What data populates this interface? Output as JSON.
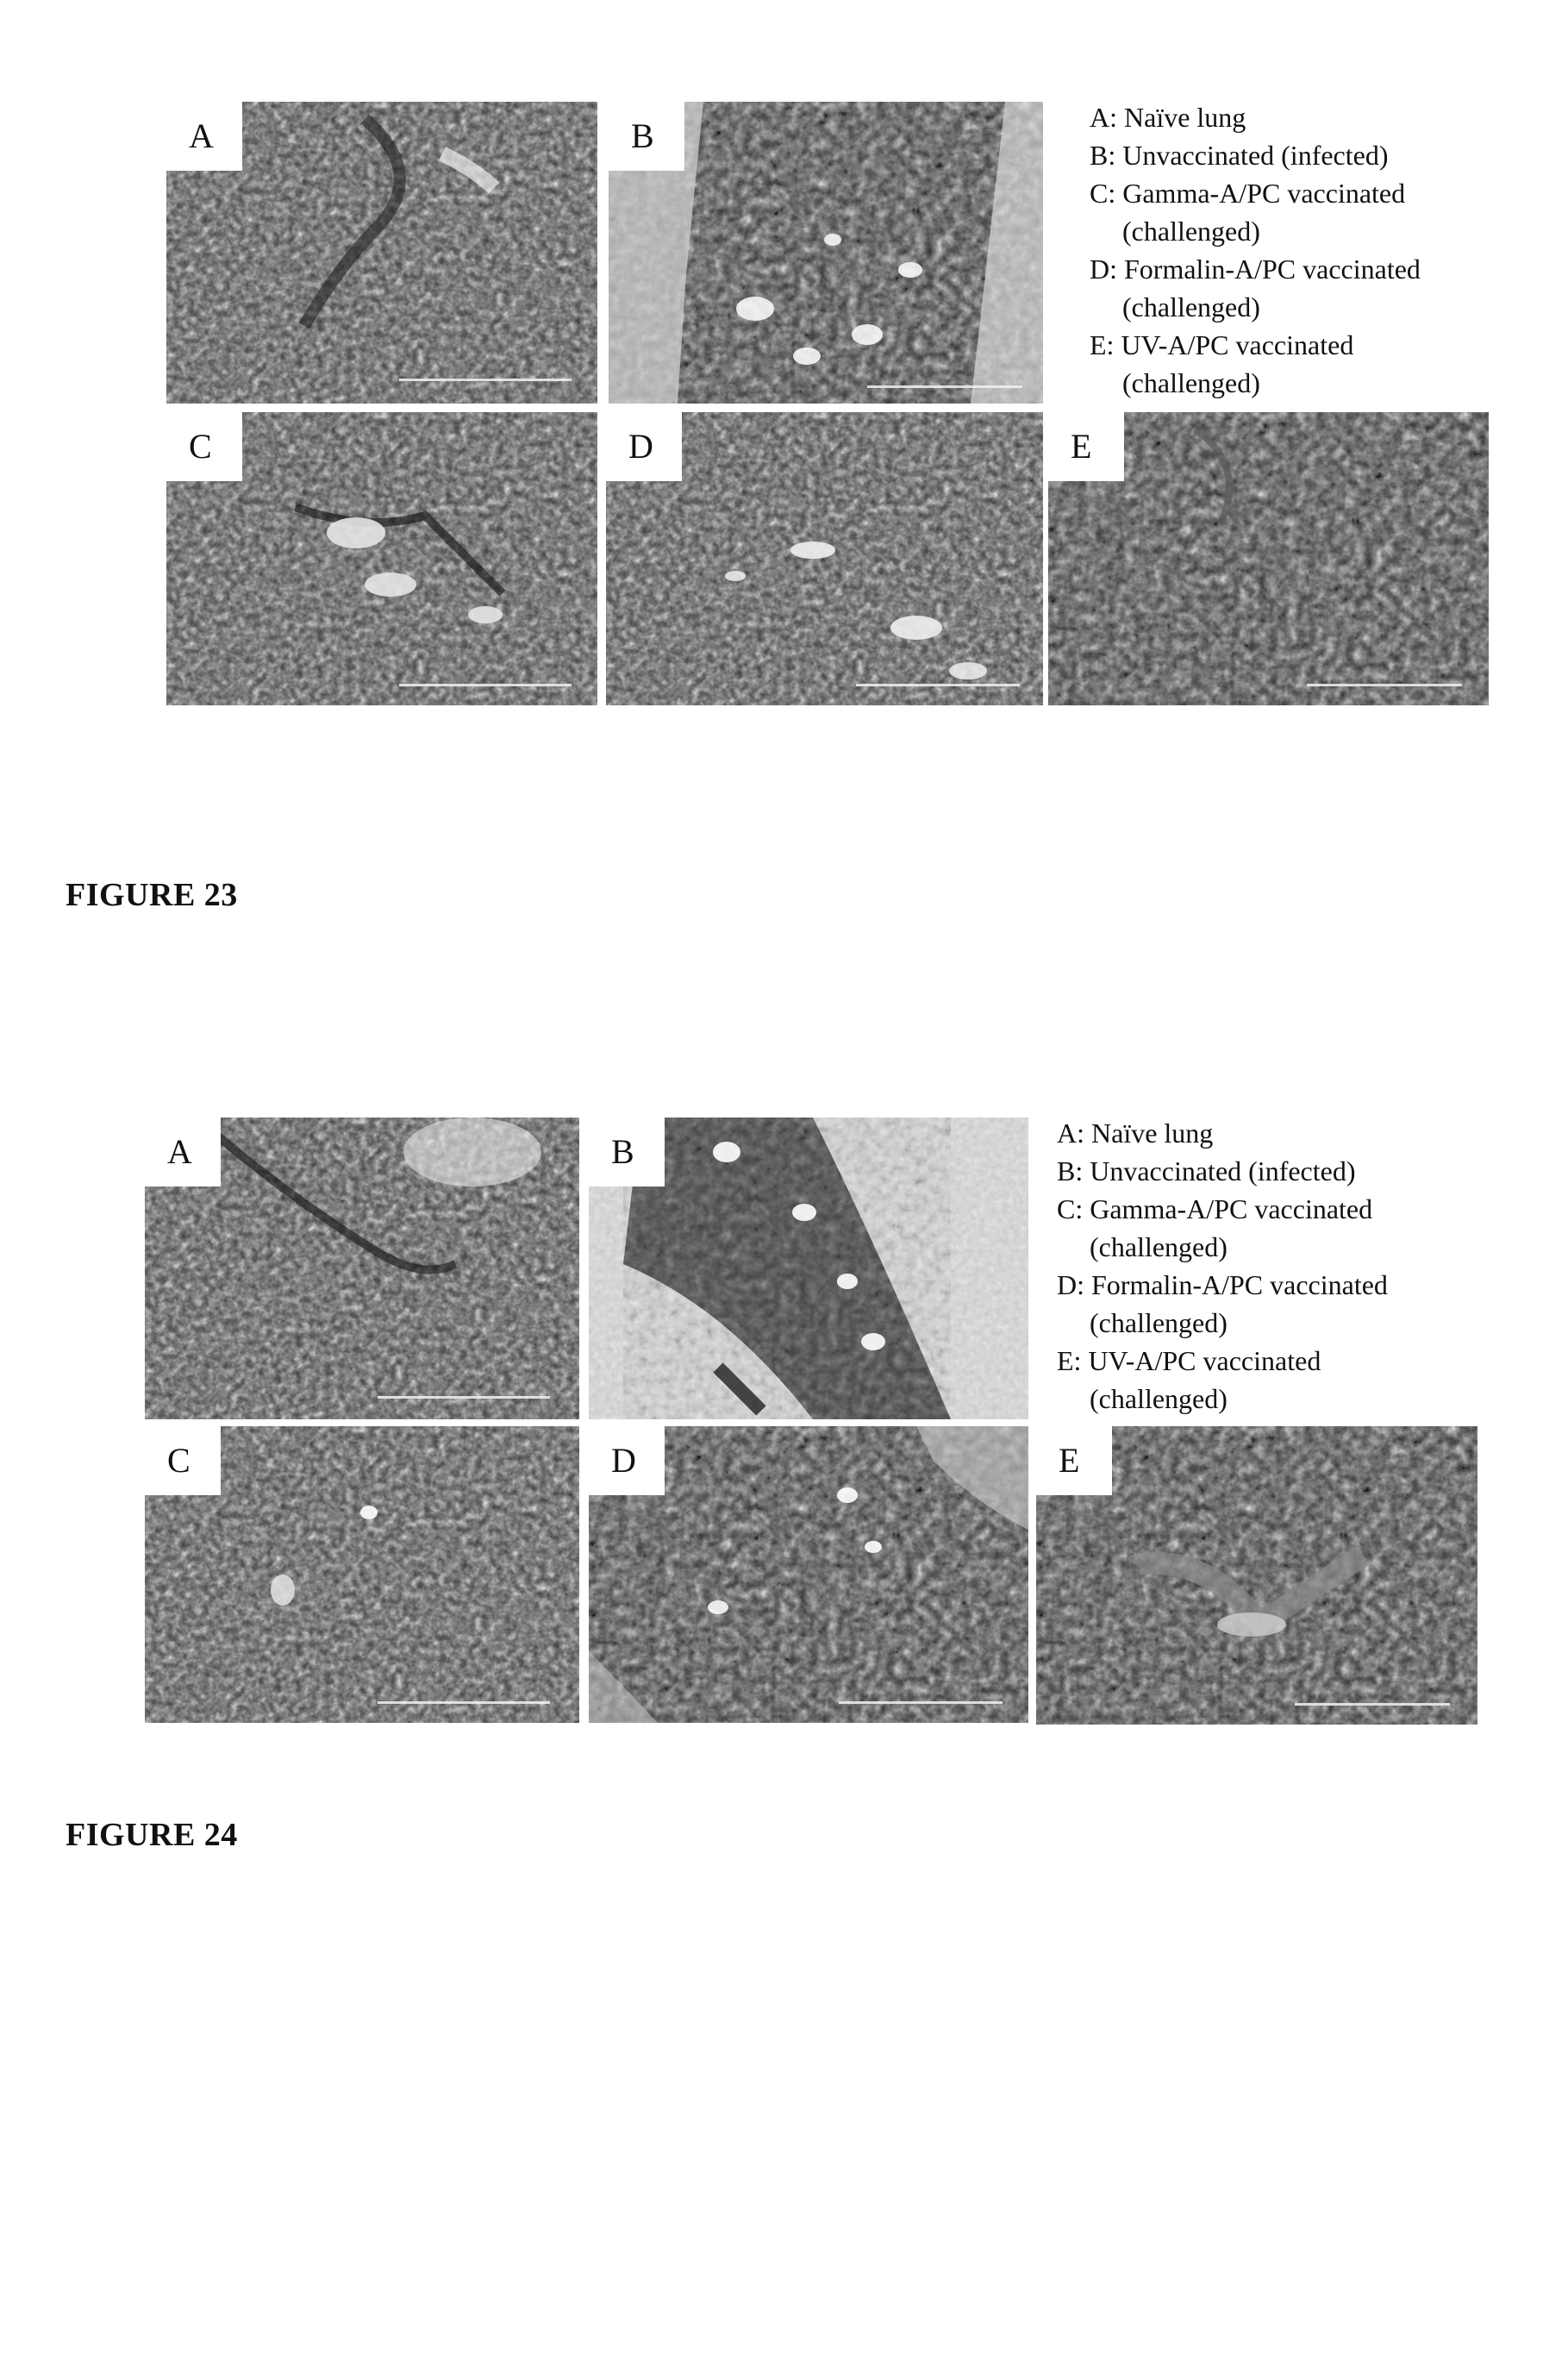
{
  "figures": [
    {
      "caption": "FIGURE 23",
      "panels": [
        {
          "label": "A"
        },
        {
          "label": "B"
        },
        {
          "label": "C"
        },
        {
          "label": "D"
        },
        {
          "label": "E"
        }
      ],
      "legend": [
        "A: Naïve lung",
        "B: Unvaccinated (infected)",
        "C: Gamma-A/PC vaccinated",
        "(challenged)",
        "D: Formalin-A/PC vaccinated",
        "(challenged)",
        "E: UV-A/PC vaccinated",
        "(challenged)"
      ]
    },
    {
      "caption": "FIGURE 24",
      "panels": [
        {
          "label": "A"
        },
        {
          "label": "B"
        },
        {
          "label": "C"
        },
        {
          "label": "D"
        },
        {
          "label": "E"
        }
      ],
      "legend": [
        "A: Naïve lung",
        "B: Unvaccinated (infected)",
        "C: Gamma-A/PC vaccinated",
        "(challenged)",
        "D: Formalin-A/PC vaccinated",
        "(challenged)",
        "E: UV-A/PC vaccinated",
        "(challenged)"
      ]
    }
  ]
}
